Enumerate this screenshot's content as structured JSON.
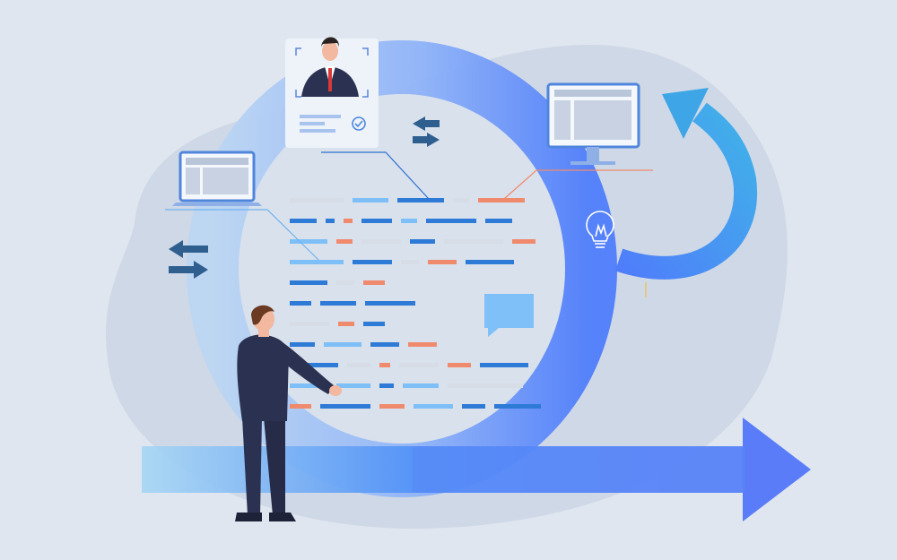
{
  "illustration": {
    "colors": {
      "background": "#dfe6f0",
      "blob": "#cfd8e6",
      "loop_light": "#bcd6f3",
      "loop_dark": "#4f7dfb",
      "arrow_light": "#9fd0f3",
      "arrow_dark": "#5876f7",
      "curved_arrow": "#3ea6e6",
      "code_blue_dark": "#2e7ad7",
      "code_blue_light": "#7dbff6",
      "code_orange": "#f08a6d",
      "code_gray": "#d7dde6",
      "suit": "#2b3150",
      "skin": "#f2b8a0",
      "hair": "#6a3b22"
    },
    "icons": [
      "profile-card-icon",
      "laptop-icon",
      "desktop-monitor-icon",
      "lightbulb-icon",
      "exchange-arrows-icon",
      "chat-bubble-icon",
      "curved-return-arrow-icon",
      "forward-arrow-icon",
      "businessman-figure"
    ],
    "code_lines": [
      [
        [
          "g",
          60
        ],
        [
          "b",
          40
        ],
        [
          "d",
          52
        ],
        [
          "g",
          18
        ],
        [
          "o",
          52
        ]
      ],
      [
        [
          "d",
          30
        ],
        [
          "d",
          10
        ],
        [
          "o",
          10
        ],
        [
          "d",
          34
        ],
        [
          "b",
          18
        ],
        [
          "d",
          56
        ],
        [
          "d",
          30
        ]
      ],
      [
        [
          "b",
          42
        ],
        [
          "o",
          18
        ],
        [
          "g",
          44
        ],
        [
          "d",
          28
        ],
        [
          "g",
          66
        ],
        [
          "o",
          26
        ]
      ],
      [
        [
          "b",
          60
        ],
        [
          "d",
          44
        ],
        [
          "g",
          20
        ],
        [
          "o",
          32
        ],
        [
          "d",
          54
        ]
      ],
      [
        [
          "d",
          42
        ],
        [
          "g",
          20
        ],
        [
          "o",
          24
        ]
      ],
      [
        [
          "d",
          24
        ],
        [
          "d",
          40
        ],
        [
          "d",
          56
        ]
      ],
      [
        [
          "g",
          44
        ],
        [
          "o",
          18
        ],
        [
          "d",
          24
        ]
      ],
      [
        [
          "d",
          28
        ],
        [
          "b",
          42
        ],
        [
          "d",
          32
        ],
        [
          "o",
          32
        ]
      ],
      [
        [
          "d",
          54
        ],
        [
          "g",
          26
        ],
        [
          "o",
          12
        ],
        [
          "g",
          44
        ],
        [
          "o",
          26
        ],
        [
          "d",
          54
        ]
      ],
      [
        [
          "b",
          42
        ],
        [
          "b",
          38
        ],
        [
          "d",
          16
        ],
        [
          "b",
          40
        ],
        [
          "g",
          84
        ]
      ],
      [
        [
          "o",
          24
        ],
        [
          "d",
          56
        ],
        [
          "o",
          28
        ],
        [
          "b",
          44
        ],
        [
          "d",
          26
        ],
        [
          "d",
          52
        ]
      ]
    ]
  }
}
